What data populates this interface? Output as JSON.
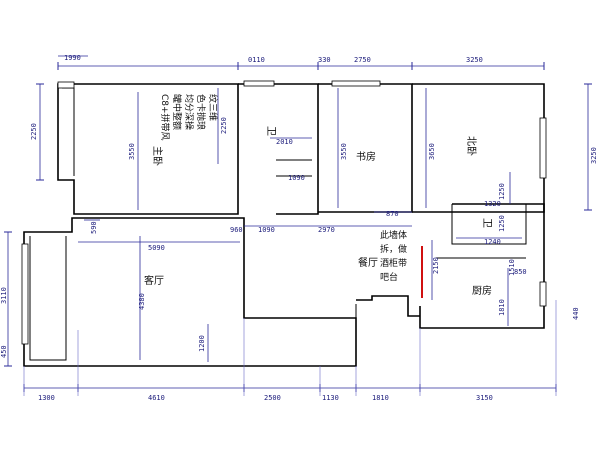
{
  "rooms": {
    "bedroom": "主卧",
    "bath1": "卫",
    "study": "书房",
    "north": "北卧",
    "bath2": "卫",
    "living": "客厅",
    "dining": "餐厅",
    "kitchen": "厨房"
  },
  "notes": {
    "wardrobe": [
      "C8+拼带风",
      "罐中整额",
      "均分深操",
      "色卡抛琅",
      "纹三维"
    ],
    "wall_removal": [
      "此墙体",
      "拆，做",
      "酒柜带",
      "吧台"
    ]
  },
  "dims": {
    "top_0": "1990",
    "top_1": "0110",
    "top_2": "330",
    "top_3": "2750",
    "top_4": "3250",
    "left_0": "2250",
    "left_1": "3110",
    "left_2": "450",
    "v_bed": "3550",
    "v_bed2": "2250",
    "v_study": "3550",
    "v_north": "3650",
    "v_right": "3250",
    "v_bath2": "1250",
    "v_living": "4380",
    "v_living2": "1200",
    "v_dining": "2150",
    "v_kit1": "1510",
    "v_kit2": "1810",
    "mid_0": "1090",
    "mid_1": "870",
    "mid_2": "2970",
    "mid_3": "1320",
    "mid_4": "960",
    "liv_w": "5090",
    "liv_v": "590",
    "bath1_w": "2010",
    "bath1_d": "1090",
    "bath2_w": "1240",
    "bath2_d": "1250",
    "kit_d": "850",
    "kit_r": "440",
    "bot_0": "1300",
    "bot_1": "4610",
    "bot_2": "2500",
    "bot_3": "1130",
    "bot_4": "1810",
    "bot_5": "3150"
  }
}
